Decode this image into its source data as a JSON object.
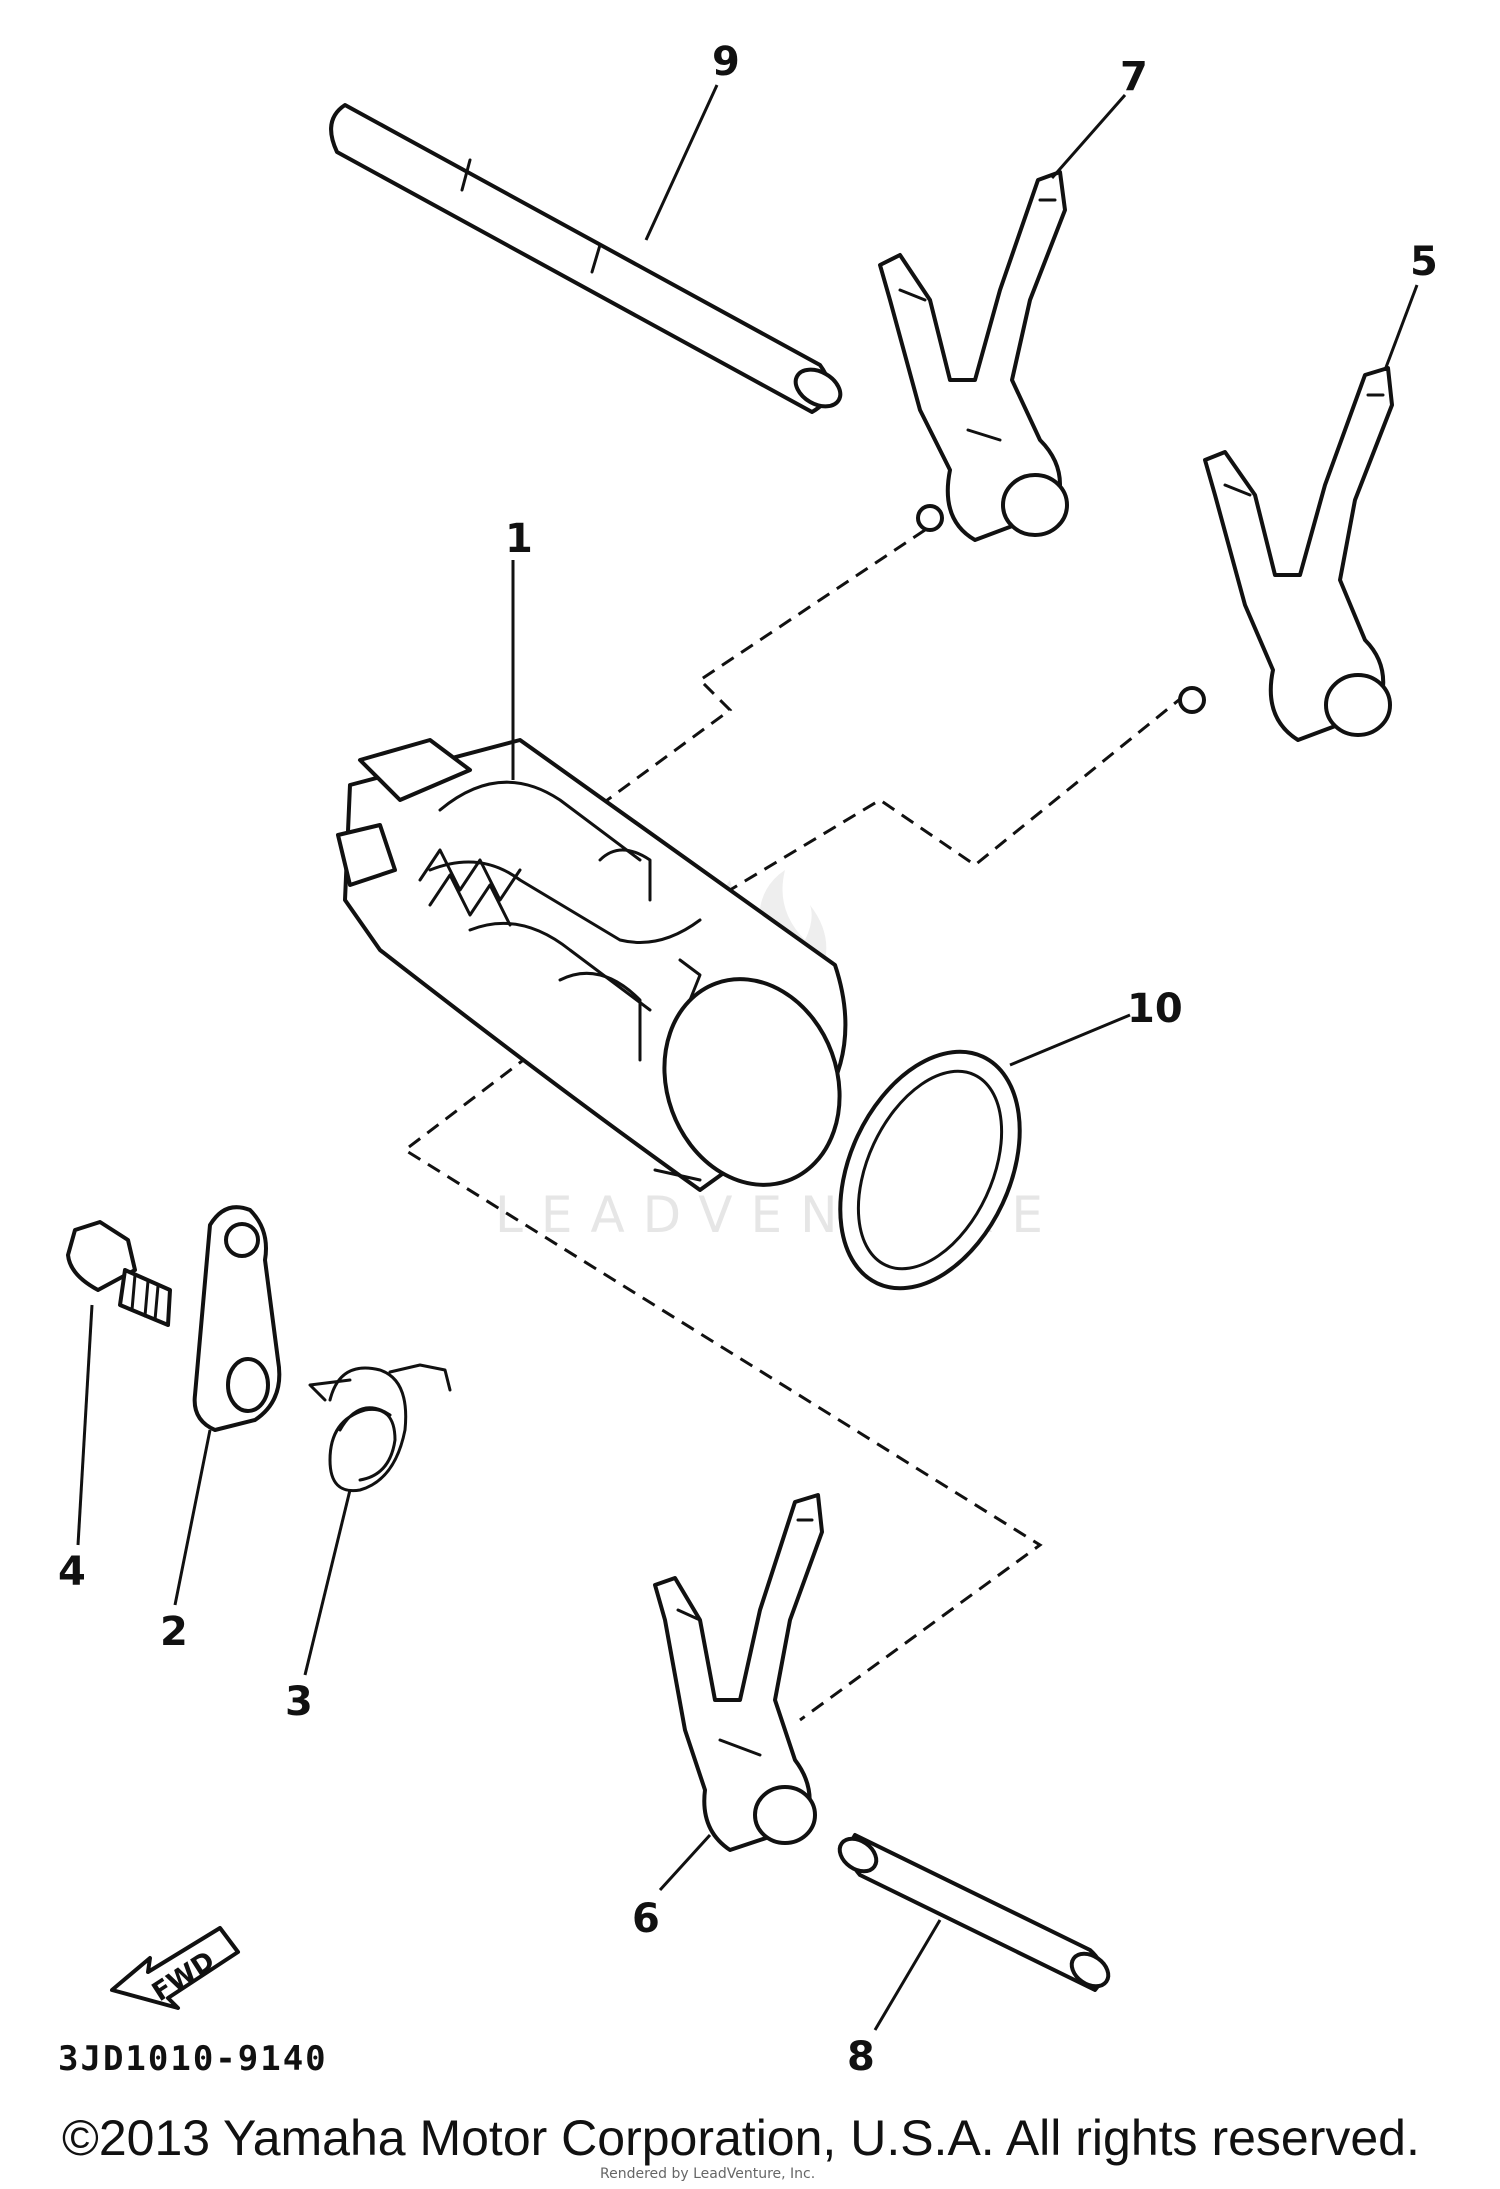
{
  "callouts": {
    "c1": "1",
    "c2": "2",
    "c3": "3",
    "c4": "4",
    "c5": "5",
    "c6": "6",
    "c7": "7",
    "c8": "8",
    "c9": "9",
    "c10": "10"
  },
  "direction_arrow": "FWD",
  "diagram_code": "3JD1010-9140",
  "watermark": "LEADVENTURE",
  "copyright": "©2013 Yamaha Motor Corporation, U.S.A. All rights reserved.",
  "rendered_by": "Rendered by LeadVenture, Inc."
}
